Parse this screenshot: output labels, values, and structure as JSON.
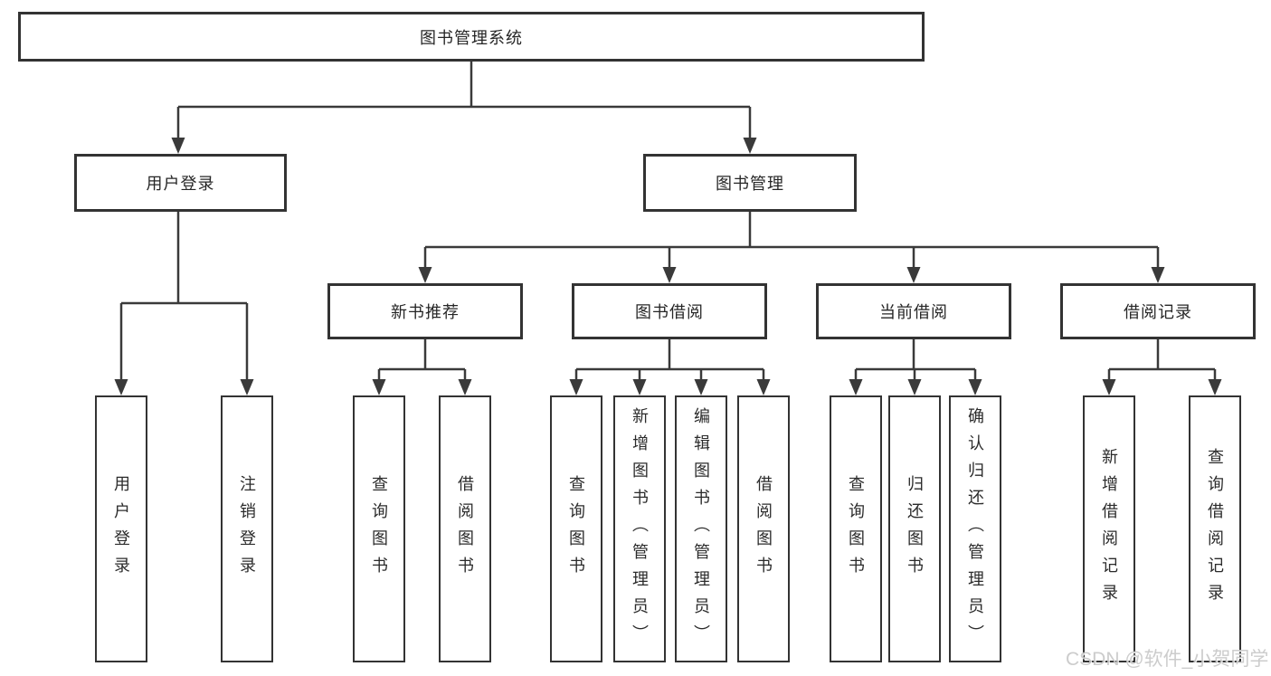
{
  "nodes": {
    "root": "图书管理系统",
    "level2": [
      "用户登录",
      "图书管理"
    ],
    "level3": [
      "新书推荐",
      "图书借阅",
      "当前借阅",
      "借阅记录"
    ],
    "leaf_groups": [
      {
        "parent": "用户登录",
        "children": [
          "用户登录",
          "注销登录"
        ]
      },
      {
        "parent": "新书推荐",
        "children": [
          "查询图书",
          "借阅图书"
        ]
      },
      {
        "parent": "图书借阅",
        "children": [
          "查询图书",
          "新增图书（管理员）",
          "编辑图书（管理员）",
          "借阅图书"
        ]
      },
      {
        "parent": "当前借阅",
        "children": [
          "查询图书",
          "归还图书",
          "确认归还（管理员）"
        ]
      },
      {
        "parent": "借阅记录",
        "children": [
          "新增借阅记录",
          "查询借阅记录"
        ]
      }
    ]
  },
  "watermark": "CSDN @软件_小贺同学",
  "colors": {
    "line": "#3a3a3a",
    "box_border": "#333333",
    "text": "#262626",
    "background": "#ffffff",
    "watermark": "#c7c7c7"
  }
}
